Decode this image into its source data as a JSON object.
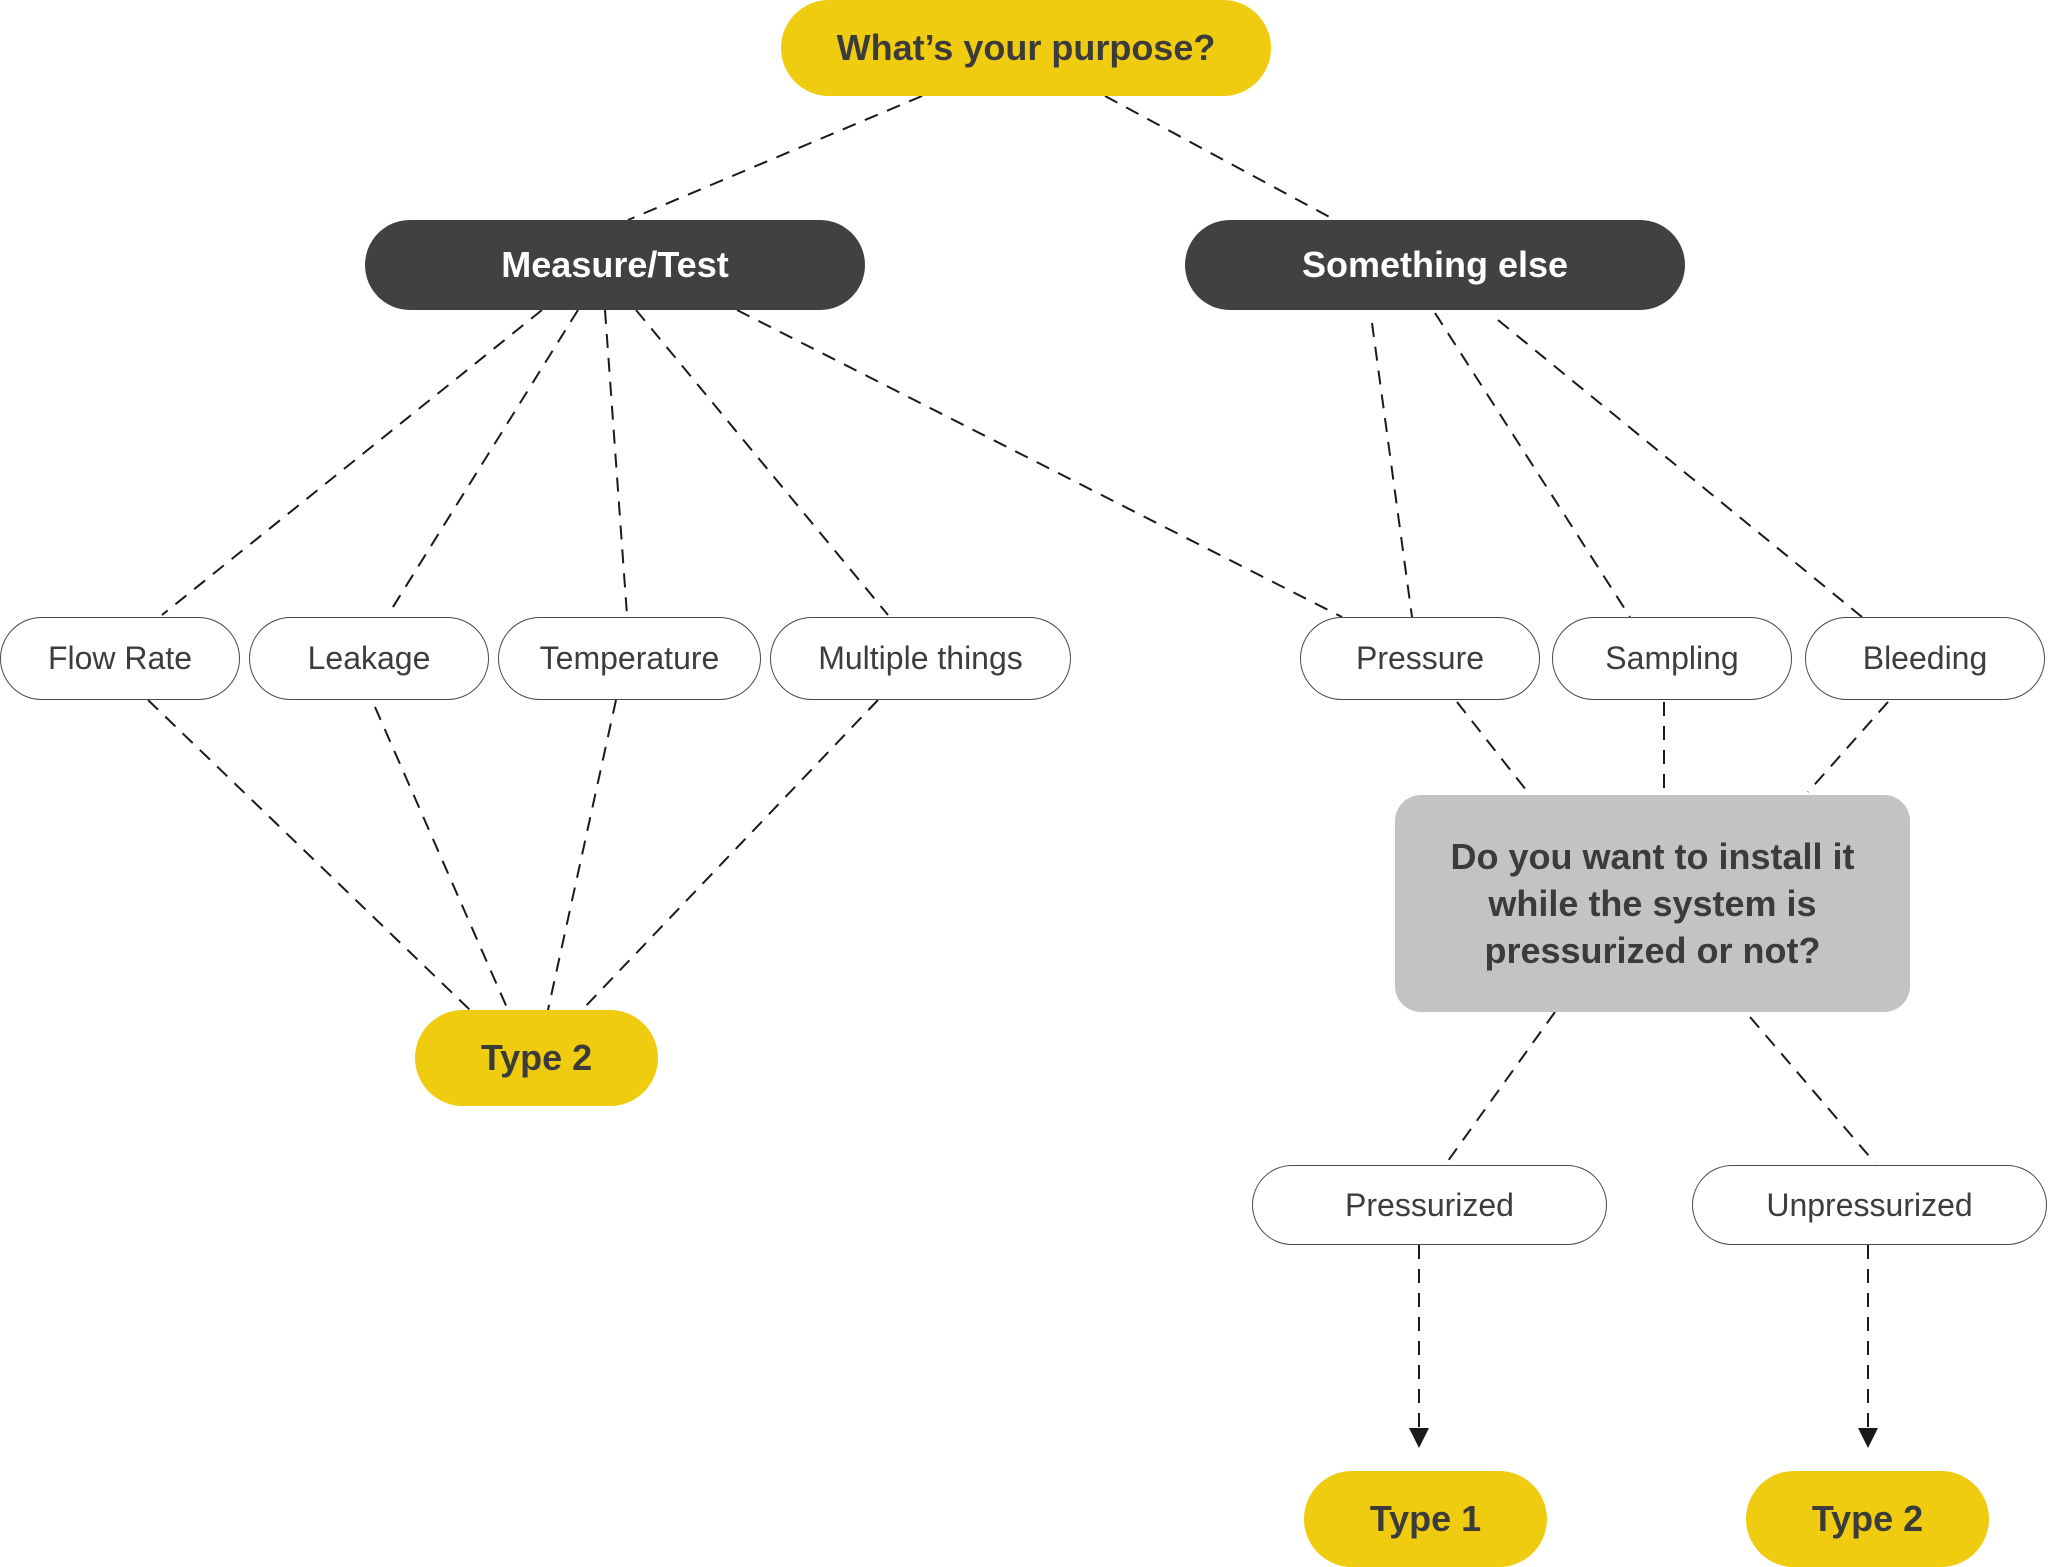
{
  "colors": {
    "highlight": "#efcc10",
    "category": "#414141",
    "question_box": "#c3c3c3",
    "option_border": "#4a4a4a",
    "connector": "#1a1a1a"
  },
  "start": {
    "label": "What’s your purpose?"
  },
  "categories": {
    "measure": {
      "label": "Measure/Test"
    },
    "other": {
      "label": "Something else"
    }
  },
  "measure_options": [
    "Flow Rate",
    "Leakage",
    "Temperature",
    "Multiple things"
  ],
  "other_options": [
    "Pressure",
    "Sampling",
    "Bleeding"
  ],
  "question": {
    "lines": [
      "Do you want to install it",
      "while the system is",
      "pressurized or not?"
    ]
  },
  "answers": {
    "pressurized": "Pressurized",
    "unpressurized": "Unpressurized"
  },
  "results": {
    "measure_result": "Type 2",
    "pressurized_result": "Type 1",
    "unpressurized_result": "Type 2"
  }
}
